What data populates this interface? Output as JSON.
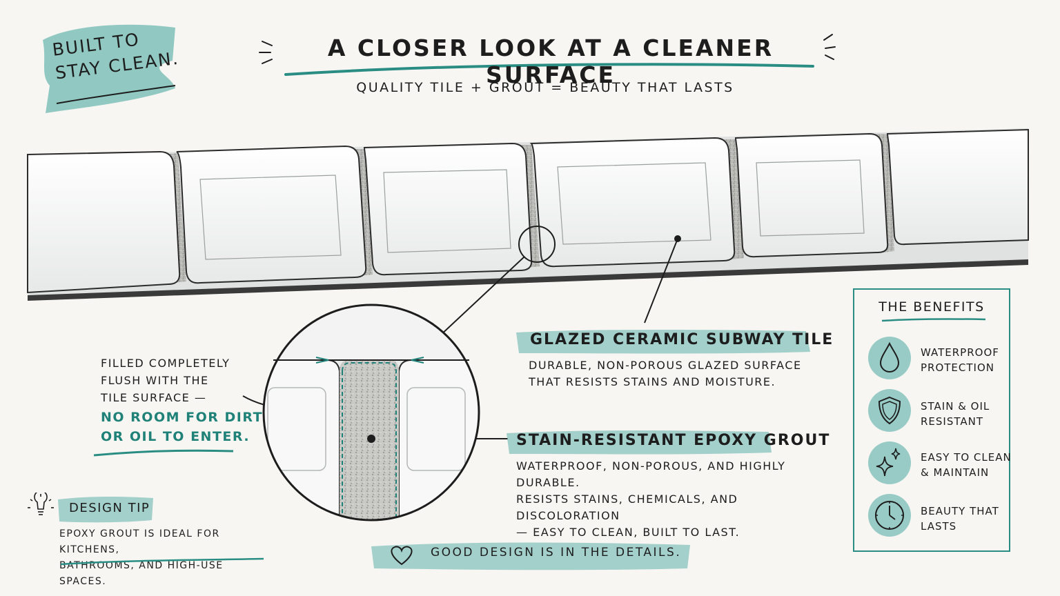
{
  "badge": {
    "line1": "Built to",
    "line2": "stay clean."
  },
  "header": {
    "title": "A closer look at a cleaner surface",
    "subtitle": "Quality tile + grout = beauty that lasts"
  },
  "callouts": {
    "tile": {
      "label": "Glazed ceramic subway tile",
      "desc_line1": "Durable, non-porous glazed surface",
      "desc_line2": "that resists stains and moisture."
    },
    "grout": {
      "label": "Stain-resistant epoxy grout",
      "desc_line1": "Waterproof, non-porous, and highly durable.",
      "desc_line2": "Resists stains, chemicals, and discoloration",
      "desc_line3": "— easy to clean, built to last."
    },
    "flush": {
      "line1": "Filled completely",
      "line2": "flush with the",
      "line3": "tile surface —",
      "emph_line1": "no room for dirt",
      "emph_line2": "or oil to enter."
    }
  },
  "design_tip": {
    "title": "Design tip",
    "line1": "Epoxy grout is ideal for kitchens,",
    "line2": "bathrooms, and high-use spaces."
  },
  "footer": {
    "text": "Good design is in the details."
  },
  "benefits": {
    "title": "The benefits",
    "items": [
      {
        "line1": "Waterproof",
        "line2": "protection",
        "icon": "water-drop-icon"
      },
      {
        "line1": "Stain & oil",
        "line2": "resistant",
        "icon": "shield-icon"
      },
      {
        "line1": "Easy to clean",
        "line2": "& maintain",
        "icon": "sparkle-icon"
      },
      {
        "line1": "Beauty that",
        "line2": "lasts",
        "icon": "clock-icon"
      }
    ]
  },
  "colors": {
    "accent": "#1f8178",
    "wash": "#7fc1ba",
    "paper": "#f7f6f2",
    "ink": "#1d1d1d",
    "grout": "#b9b9b6"
  }
}
